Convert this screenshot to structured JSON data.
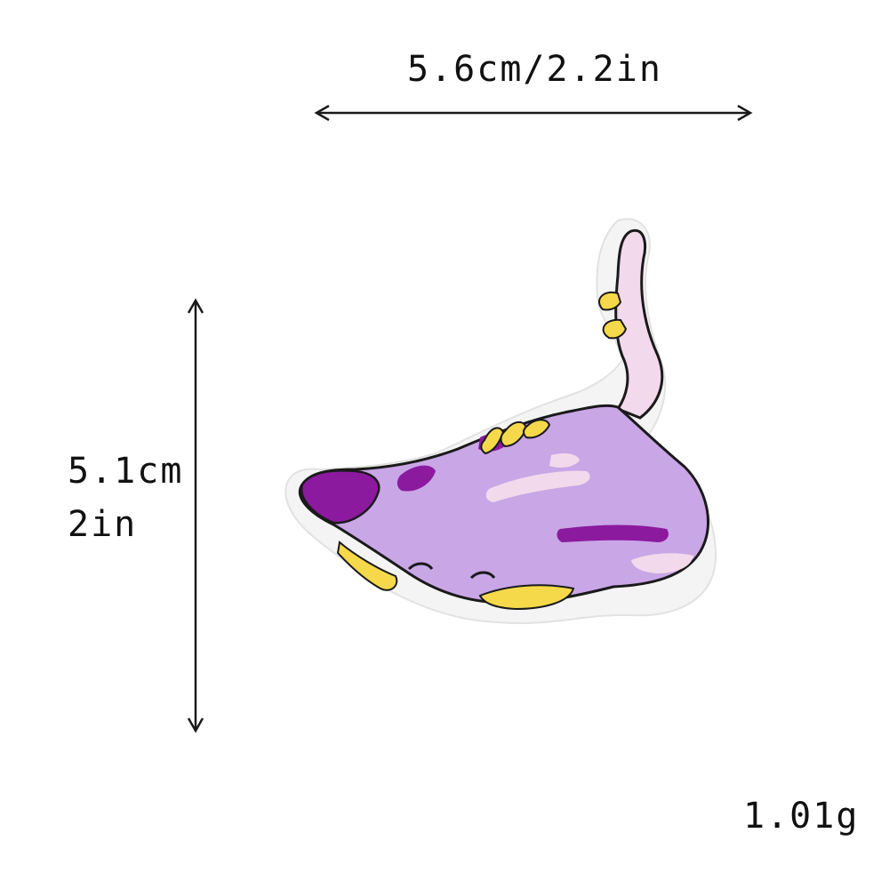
{
  "dimensions": {
    "width_label": "5.6cm/2.2in",
    "height_label_cm": "5.1cm",
    "height_label_in": "2in",
    "weight_label": "1.01g"
  },
  "product": {
    "subject": "embroidered-stingray-patch",
    "colors": {
      "body": "#c9a6e6",
      "dark_accent": "#8b1a9e",
      "highlight": "#f3d9ec",
      "yellow": "#f5d94a",
      "outline": "#1a1a1a",
      "backing": "#f4f4f4"
    }
  }
}
